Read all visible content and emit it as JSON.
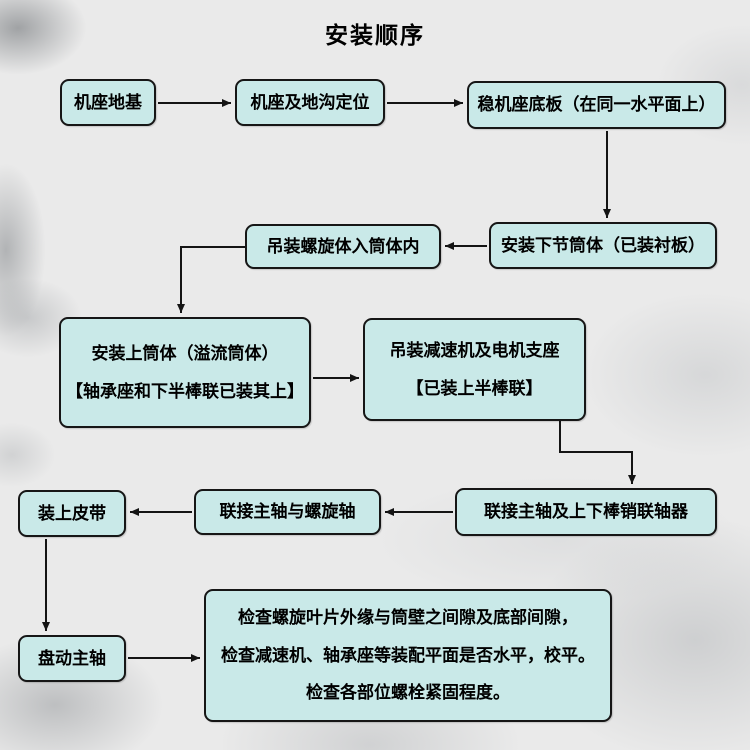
{
  "title": "安装顺序",
  "colors": {
    "bg": "#eaeaea",
    "node_fill": "#c9e9e8",
    "node_border": "#161616",
    "arrow": "#141414",
    "title_color": "#000000"
  },
  "nodes": {
    "n1": {
      "label": "机座地基"
    },
    "n2": {
      "label": "机座及地沟定位"
    },
    "n3": {
      "label": "稳机座底板（在同一水平面上）"
    },
    "n4": {
      "label": "安装下节筒体（已装衬板）"
    },
    "n5": {
      "label": "吊装螺旋体入筒体内"
    },
    "n6": {
      "label": "安装上筒体（溢流筒体）\n【轴承座和下半棒联已装其上】"
    },
    "n7": {
      "label": "吊装减速机及电机支座\n【已装上半棒联】"
    },
    "n8": {
      "label": "联接主轴及上下棒销联轴器"
    },
    "n9": {
      "label": "联接主轴与螺旋轴"
    },
    "n10": {
      "label": "装上皮带"
    },
    "n11": {
      "label": "盘动主轴"
    },
    "n12": {
      "label": "检查螺旋叶片外缘与筒壁之间隙及底部间隙，\n检查减速机、轴承座等装配平面是否水平，校平。\n检查各部位螺栓紧固程度。"
    }
  },
  "edges": [
    {
      "from": "n1",
      "to": "n2"
    },
    {
      "from": "n2",
      "to": "n3"
    },
    {
      "from": "n3",
      "to": "n4"
    },
    {
      "from": "n4",
      "to": "n5"
    },
    {
      "from": "n5",
      "to": "n6"
    },
    {
      "from": "n6",
      "to": "n7"
    },
    {
      "from": "n7",
      "to": "n8"
    },
    {
      "from": "n8",
      "to": "n9"
    },
    {
      "from": "n9",
      "to": "n10"
    },
    {
      "from": "n10",
      "to": "n11"
    },
    {
      "from": "n11",
      "to": "n12"
    }
  ]
}
